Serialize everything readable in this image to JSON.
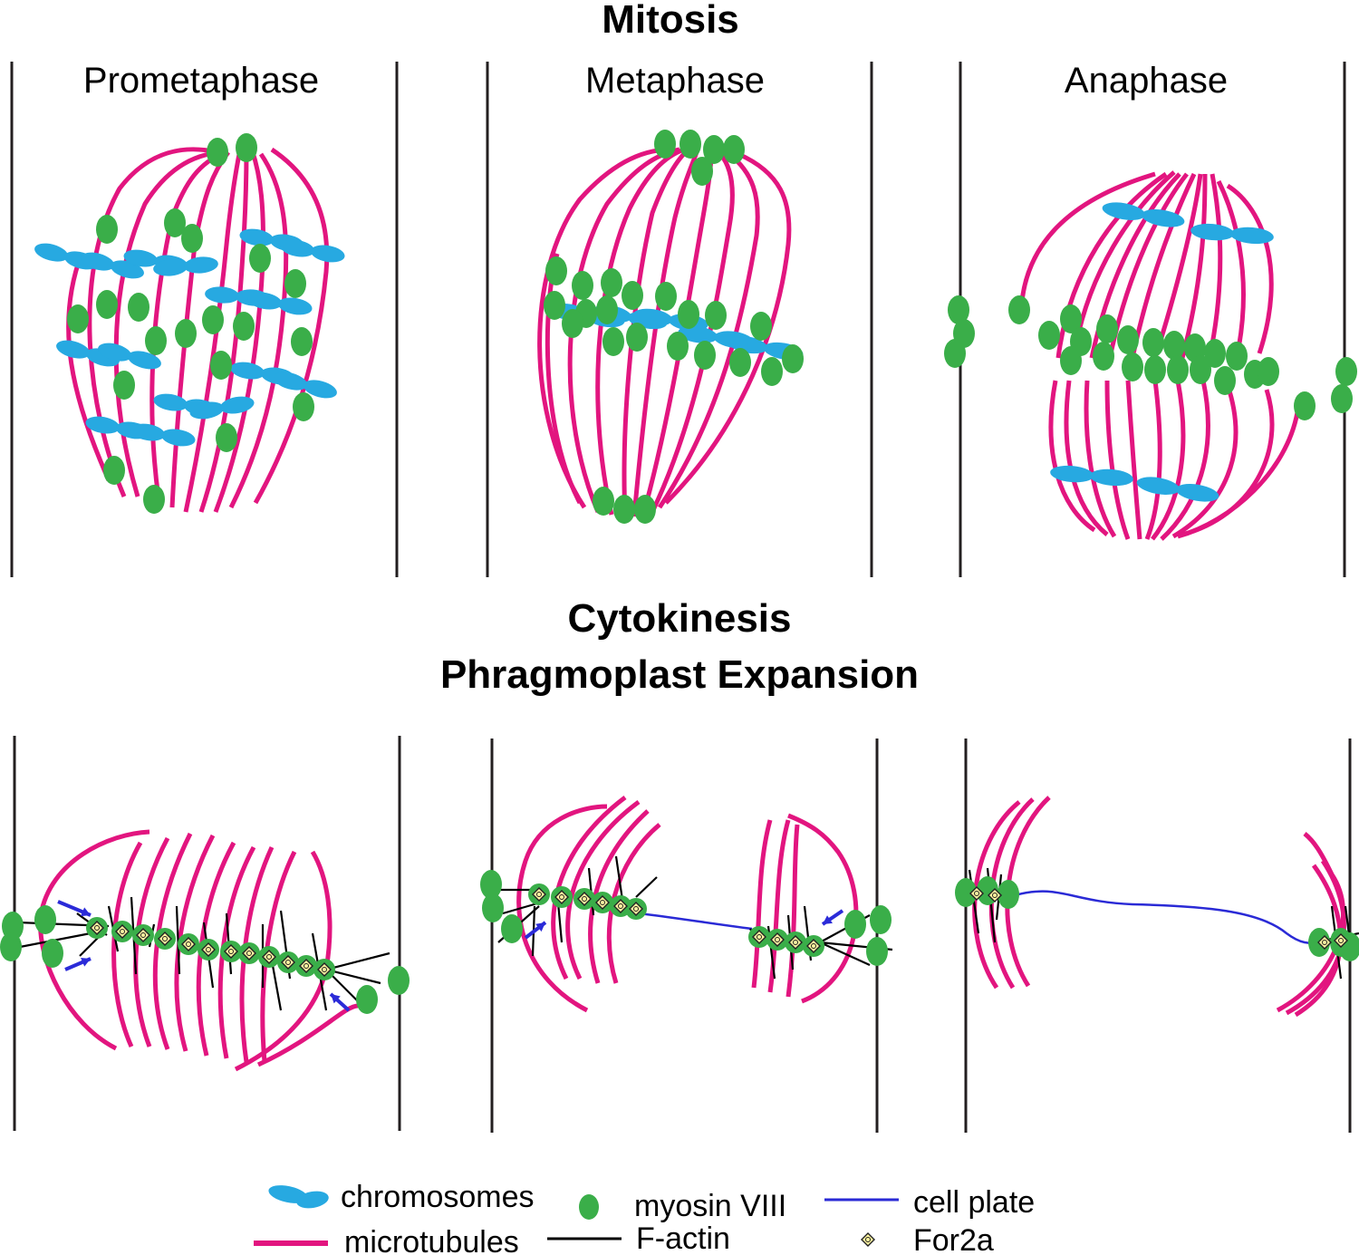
{
  "titles": {
    "mitosis": "Mitosis",
    "cytokinesis_line1": "Cytokinesis",
    "cytokinesis_line2": "Phragmoplast Expansion"
  },
  "phases": {
    "prometaphase": "Prometaphase",
    "metaphase": "Metaphase",
    "anaphase": "Anaphase"
  },
  "legend": {
    "chromosomes": "chromosomes",
    "microtubules": "microtubules",
    "myosin": "myosin VIII",
    "factin": "F-actin",
    "cellplate": "cell plate",
    "for2a": "For2a"
  },
  "colors": {
    "microtubules": "#e2157f",
    "chromosomes": "#27a9e1",
    "myosin": "#3aae49",
    "factin": "#000000",
    "cellplate": "#2a2ad6",
    "for2a": "#fff5a0",
    "arrow": "#2b2bd8",
    "cell_wall": "#231f20"
  }
}
